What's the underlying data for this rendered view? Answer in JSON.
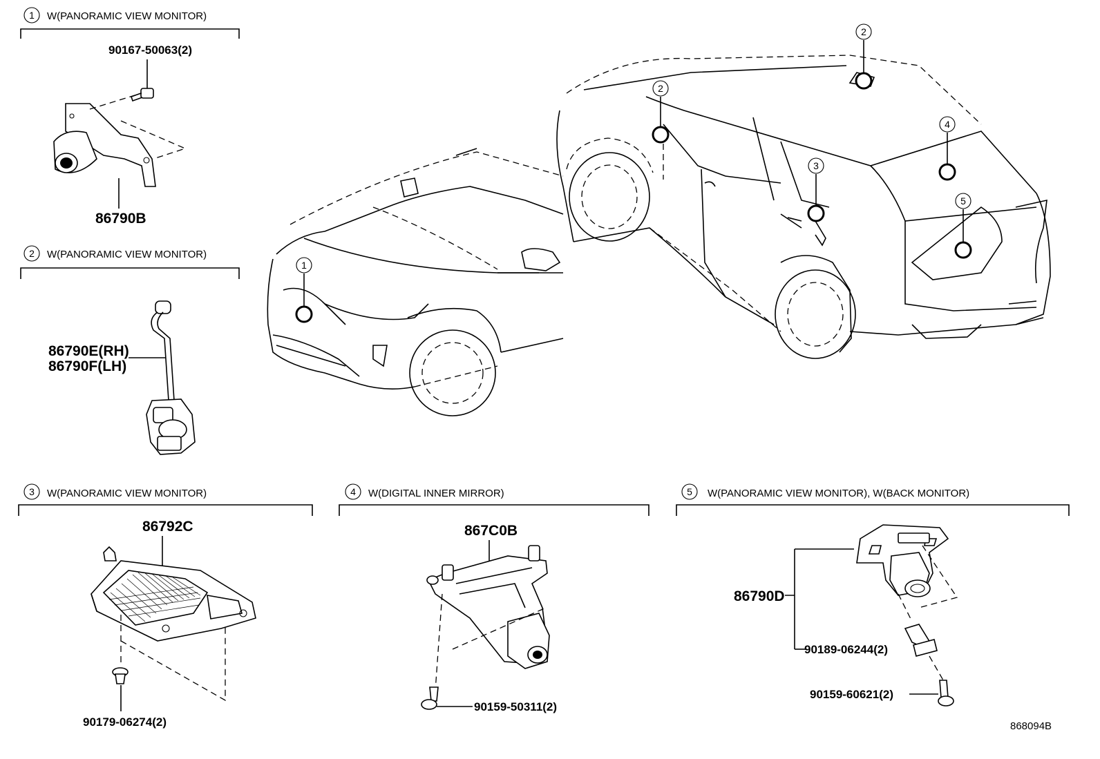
{
  "sections": [
    {
      "num": "1",
      "label": "W(PANORAMIC VIEW MONITOR)"
    },
    {
      "num": "2",
      "label": "W(PANORAMIC VIEW MONITOR)"
    },
    {
      "num": "3",
      "label": "W(PANORAMIC VIEW MONITOR)"
    },
    {
      "num": "4",
      "label": "W(DIGITAL INNER MIRROR)"
    },
    {
      "num": "5",
      "label": "W(PANORAMIC VIEW MONITOR), W(BACK MONITOR)"
    }
  ],
  "parts": {
    "s1_bolt": "90167-50063(2)",
    "s1_camera": "86790B",
    "s2_camera_rh": "86790E(RH)",
    "s2_camera_lh": "86790F(LH)",
    "s3_module": "86792C",
    "s3_clip": "90179-06274(2)",
    "s4_camera": "867C0B",
    "s4_screw": "90159-50311(2)",
    "s5_camera": "86790D",
    "s5_clip": "90189-06244(2)",
    "s5_screw": "90159-60621(2)"
  },
  "callouts": {
    "front": "1",
    "mirror": "2",
    "roof": "2",
    "pillar": "3",
    "rear_window": "4",
    "back_door": "5"
  },
  "diagram_code": "868094B"
}
